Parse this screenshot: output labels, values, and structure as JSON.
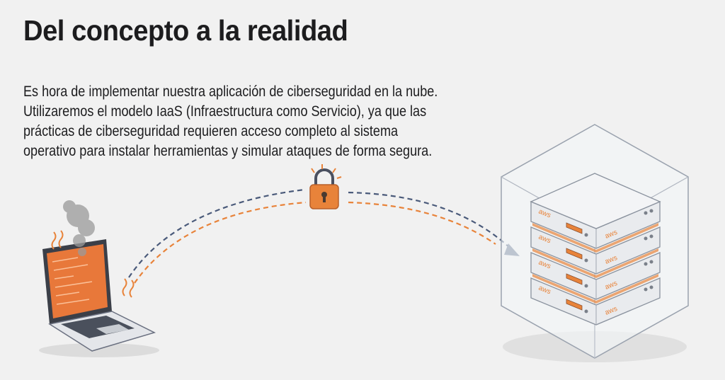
{
  "slide": {
    "title": "Del concepto a la realidad",
    "body_lines": [
      "Es hora de implementar nuestra aplicación de ciberseguridad en la nube.",
      "Utilizaremos el modelo IaaS (Infraestructura como Servicio), ya que las",
      "prácticas de ciberseguridad requieren acceso completo al sistema",
      "operativo para instalar herramientas y simular ataques de forma segura."
    ]
  },
  "illustration": {
    "server_logo_text": "aws",
    "colors": {
      "accent_orange": "#e8833a",
      "dash_blue": "#4a5a7a",
      "text": "#1c1c1e",
      "background": "#f1f1f1"
    }
  }
}
